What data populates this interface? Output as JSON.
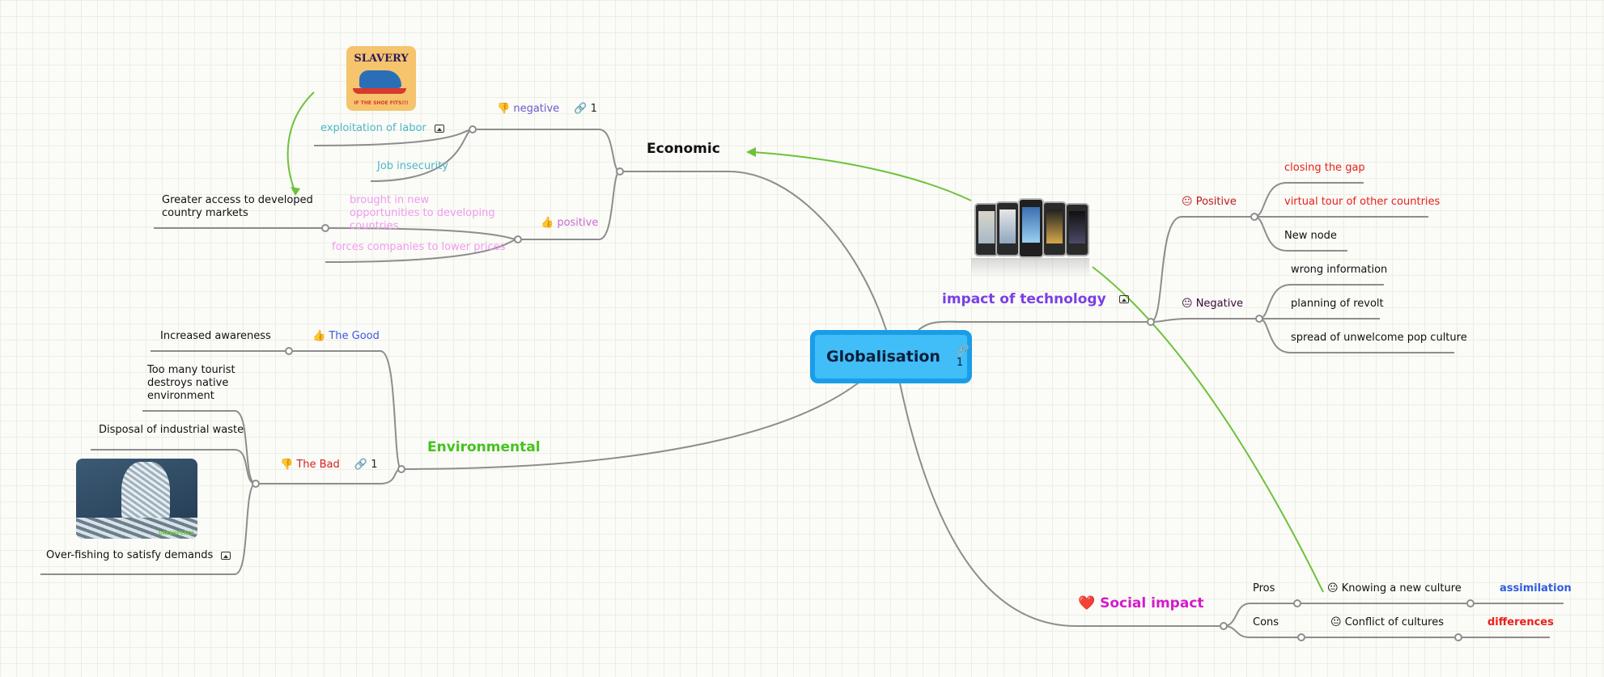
{
  "center": {
    "title": "Globalisation",
    "link_count": "1"
  },
  "branches": {
    "economic": {
      "title": "Economic",
      "negative": {
        "label": "negative",
        "emoji": "👎",
        "link_count": "1",
        "children": [
          "exploitation of labor",
          "Job insecurity"
        ]
      },
      "positive": {
        "label": "positive",
        "emoji": "👍",
        "children": [
          "brought in new opportunities to developing countries",
          "forces companies to lower prices"
        ],
        "grandchild": "Greater access to developed country markets"
      }
    },
    "environmental": {
      "title": "Environmental",
      "good": {
        "label": "The Good",
        "emoji": "👍",
        "children": [
          "Increased awareness"
        ]
      },
      "bad": {
        "label": "The Bad",
        "emoji": "👎",
        "link_count": "1",
        "children": [
          "Too many tourist destroys native environment",
          "Disposal of industrial waste",
          "Over-fishing to satisfy demands"
        ]
      }
    },
    "technology": {
      "title": "impact of technology",
      "positive": {
        "label": "Positive",
        "emoji": "😐",
        "children": [
          "closing the gap",
          "virtual tour of other countries",
          "New node"
        ]
      },
      "negative": {
        "label": "Negative",
        "emoji": "😐",
        "children": [
          "wrong information",
          "planning of revolt",
          "spread of unwelcome pop culture"
        ]
      }
    },
    "social": {
      "title": "Social impact",
      "emoji": "❤️",
      "pros": {
        "label": "Pros",
        "child": "Knowing a new culture",
        "child_emoji": "😐",
        "leaf": "assimilation"
      },
      "cons": {
        "label": "Cons",
        "child": "Conflict of cultures",
        "child_emoji": "😐",
        "leaf": "differences"
      }
    }
  },
  "images": {
    "shoe": {
      "top_text": "SLAVERY",
      "bottom_text": "IF THE SHOE FITS!!!"
    },
    "fish": {
      "watermark": "GREENPEACE"
    }
  },
  "colors": {
    "center_fill": "#41bdf7",
    "center_border": "#1a9de8",
    "economic": "#111111",
    "environmental": "#46c21f",
    "technology": "#7a3ee8",
    "social": "#d21cc9",
    "relation_arrow": "#6cc23a",
    "connector": "#8d8d8d"
  }
}
